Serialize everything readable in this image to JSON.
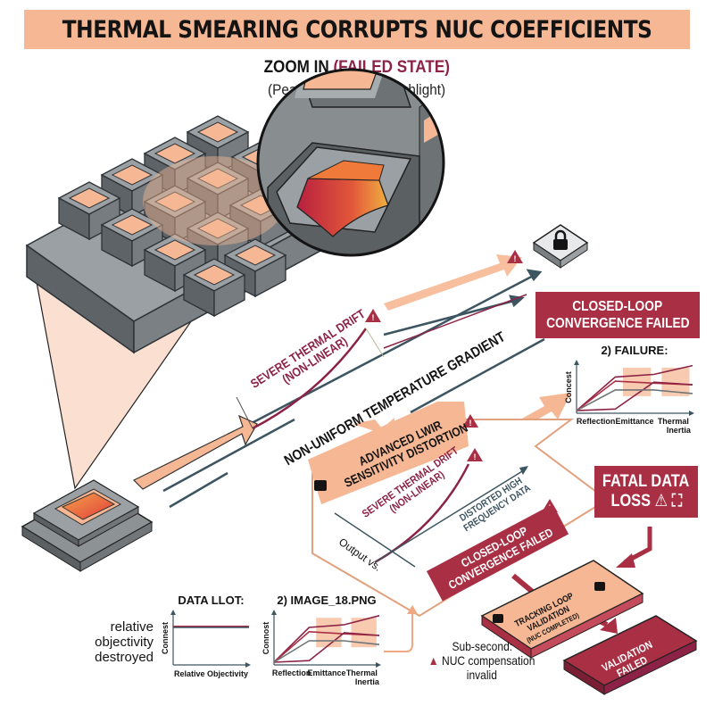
{
  "header": {
    "title": "THERMAL SMEARING CORRUPTS NUC COEFFICIENTS",
    "zoom_label": "ZOOM IN",
    "zoom_state": "(FAILED STATE)",
    "highlight_note": "(Peach Fuzz strong highlight)"
  },
  "colors": {
    "peach": "#f6b894",
    "crimson": "#a92f44",
    "dark_red": "#8c2346",
    "slate": "#3d5561",
    "gray_metal": "#6f7477"
  },
  "labels": {
    "severe_drift_top": "SEVERE THERMAL DRIFT",
    "non_linear_top": "(NON-LINEAR)",
    "gradient": "NON-UNIFORM TEMPERATURE GRADIENT",
    "lwir_line1": "ADVANCED LWIR",
    "lwir_line2": "SENSITIVITY DISTORTION",
    "severe_drift_inner": "SEVERE THERMAL DRIFT",
    "non_linear_inner": "(NON-LINEAR)",
    "distorted_line1": "DISTORTED HIGH",
    "distorted_line2": "FREQUENCY DATA",
    "output_vs": "Output vs.",
    "closed_loop_inner_1": "CLOSED-LOOP",
    "closed_loop_inner_2": "CONVERGENCE FAILED",
    "closed_loop_box_1": "CLOSED-LOOP",
    "closed_loop_box_2": "CONVERGENCE FAILED",
    "fatal_1": "FATAL DATA",
    "fatal_2": "LOSS",
    "tracking_1": "TRACKING LOOP",
    "tracking_2": "VALIDATION",
    "tracking_3": "(NUC COMPLETED)",
    "validation_1": "VALIDATION",
    "validation_2": "FAILED",
    "subsecond_1": "Sub-second:",
    "subsecond_2": "NUC compensation",
    "subsecond_3": "invalid",
    "relative_1": "relative",
    "relative_2": "objectivity",
    "relative_3": "destroyed"
  },
  "icons": {
    "warning": "warning-triangle-icon",
    "lock": "padlock-icon",
    "broken_image": "broken-image-icon"
  },
  "chart_data": [
    {
      "type": "line",
      "title": "2) FAILURE:",
      "ylabel": "Concest",
      "categories": [
        "Reflection",
        "Emittance",
        "Thermal Inertia"
      ],
      "series": [
        {
          "name": "upper-red",
          "values": [
            0.05,
            0.7,
            0.75,
            0.92
          ]
        },
        {
          "name": "middle-red",
          "values": [
            0.05,
            0.62,
            0.58,
            0.55
          ]
        },
        {
          "name": "low-red",
          "values": [
            0.05,
            0.08,
            0.6,
            0.55
          ]
        },
        {
          "name": "slate-trend",
          "values": [
            0.05,
            0.45,
            0.45,
            0.38
          ]
        }
      ],
      "highlight_bands": [
        "Emittance",
        "Thermal Inertia"
      ]
    },
    {
      "type": "line",
      "title": "DATA LLOT:",
      "ylabel": "Connest",
      "xlabel": "Relative Objectivity",
      "series": [
        {
          "name": "flat-red",
          "values": [
            0.72,
            0.72
          ]
        },
        {
          "name": "flat-slate",
          "values": [
            0.7,
            0.7
          ]
        }
      ]
    },
    {
      "type": "line",
      "title": "2) IMAGE_18.PNG",
      "ylabel": "Connost",
      "categories": [
        "Reflection",
        "Emittance",
        "Thermal Inertia"
      ],
      "series": [
        {
          "name": "upper-red",
          "values": [
            0.05,
            0.7,
            0.75,
            0.92
          ]
        },
        {
          "name": "middle-red",
          "values": [
            0.05,
            0.62,
            0.58,
            0.55
          ]
        },
        {
          "name": "low-red",
          "values": [
            0.05,
            0.08,
            0.6,
            0.55
          ]
        },
        {
          "name": "slate-trend",
          "values": [
            0.05,
            0.45,
            0.45,
            0.38
          ]
        }
      ],
      "highlight_bands": [
        "Emittance",
        "Thermal Inertia"
      ]
    }
  ]
}
